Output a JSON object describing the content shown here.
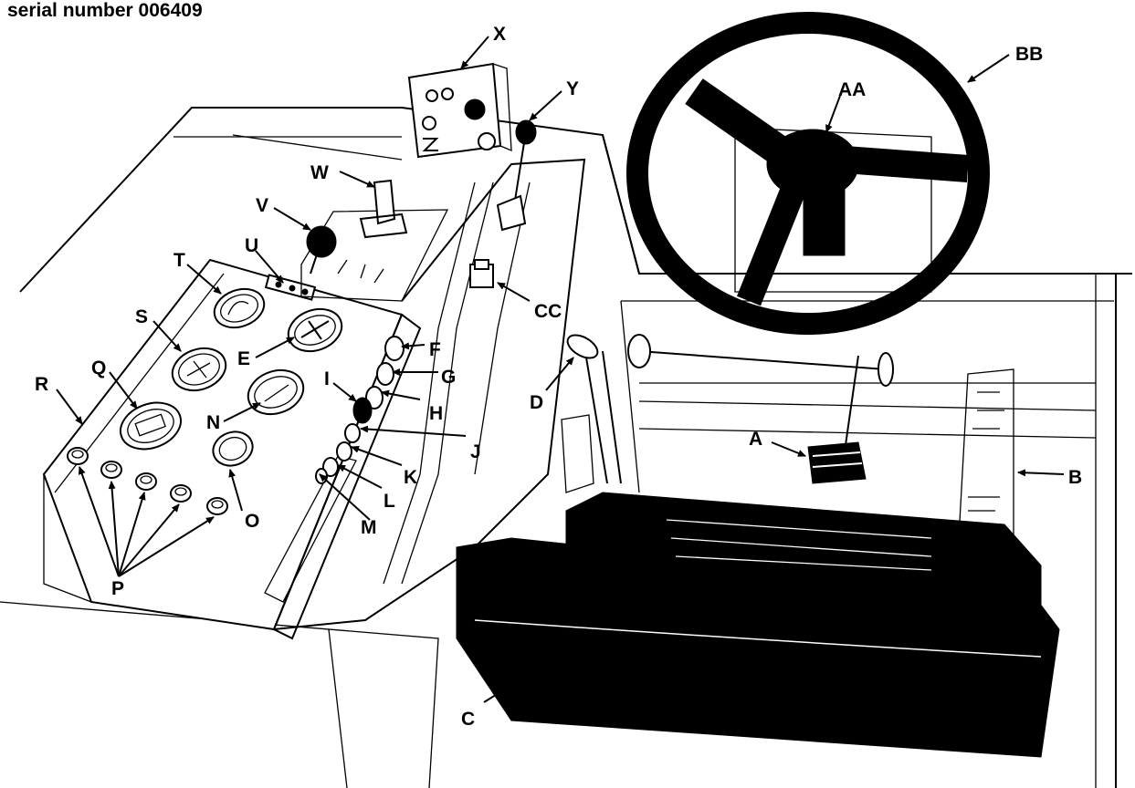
{
  "header": {
    "caption": "serial number 006409"
  },
  "labels": {
    "A": "A",
    "B": "B",
    "C": "C",
    "D": "D",
    "E": "E",
    "F": "F",
    "G": "G",
    "H": "H",
    "I": "I",
    "J": "J",
    "K": "K",
    "L": "L",
    "M": "M",
    "N": "N",
    "O": "O",
    "P": "P",
    "Q": "Q",
    "R": "R",
    "S": "S",
    "T": "T",
    "U": "U",
    "V": "V",
    "W": "W",
    "X": "X",
    "Y": "Y",
    "AA": "AA",
    "BB": "BB",
    "CC": "CC"
  }
}
